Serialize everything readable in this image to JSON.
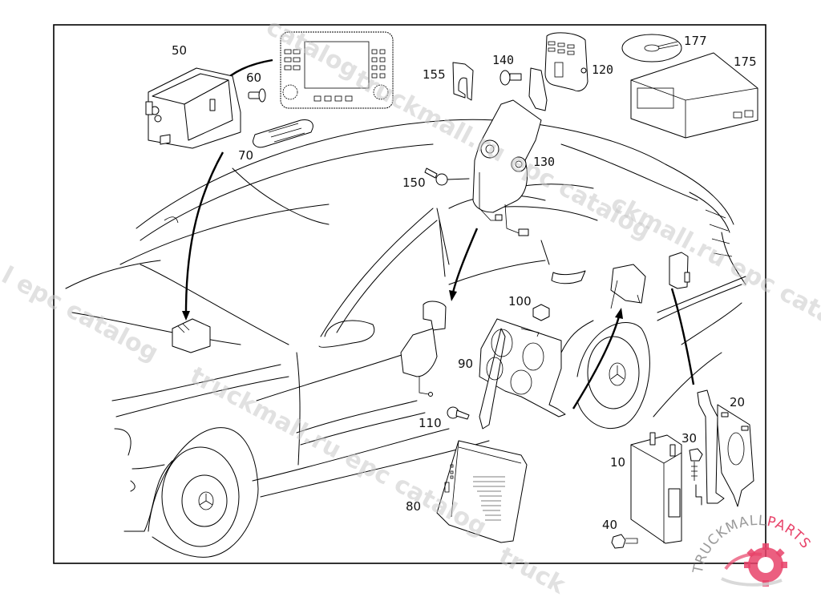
{
  "diagram": {
    "title": "Exploded parts view – vehicle electronics",
    "callouts": [
      {
        "id": "50",
        "label": "50"
      },
      {
        "id": "60",
        "label": "60"
      },
      {
        "id": "70",
        "label": "70"
      },
      {
        "id": "155",
        "label": "155"
      },
      {
        "id": "140",
        "label": "140"
      },
      {
        "id": "120",
        "label": "120"
      },
      {
        "id": "177",
        "label": "177"
      },
      {
        "id": "175",
        "label": "175"
      },
      {
        "id": "130",
        "label": "130"
      },
      {
        "id": "150",
        "label": "150"
      },
      {
        "id": "100",
        "label": "100"
      },
      {
        "id": "90",
        "label": "90"
      },
      {
        "id": "110",
        "label": "110"
      },
      {
        "id": "80",
        "label": "80"
      },
      {
        "id": "30",
        "label": "30"
      },
      {
        "id": "20",
        "label": "20"
      },
      {
        "id": "10",
        "label": "10"
      },
      {
        "id": "40",
        "label": "40"
      }
    ]
  },
  "watermarks": [
    "catalog",
    "truckmall.ru epc catalog",
    "ckmall.ru epc catalog",
    "l epc catalog",
    "truckmall.ru epc catalog",
    "truck"
  ],
  "logo": {
    "text_main": "TRUCKMALL",
    "text_accent": "PARTS",
    "accent_color": "#e8436a",
    "text_color": "#9a9a9a"
  }
}
